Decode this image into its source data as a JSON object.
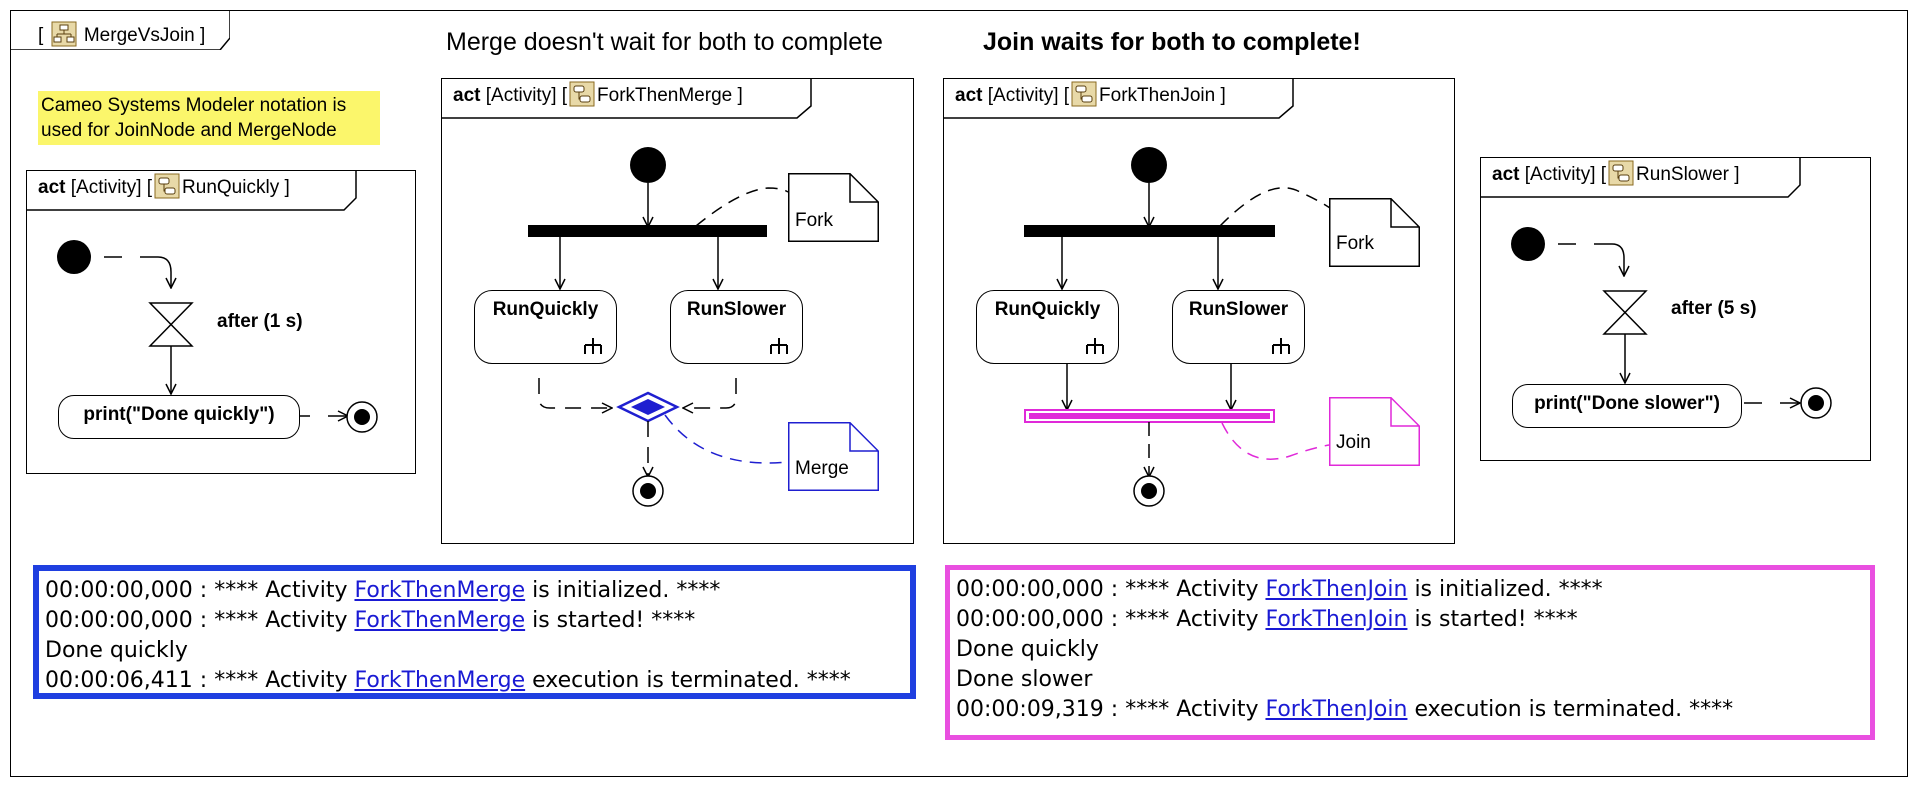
{
  "main_frame": {
    "name": "MergeVsJoin"
  },
  "headings": {
    "merge": "Merge doesn't wait for both to complete",
    "join": "Join waits for both to complete!"
  },
  "notation_note": "Cameo Systems Modeler notation is used for JoinNode and MergeNode",
  "diagrams": {
    "run_quickly": {
      "kind": "act",
      "type": "[Activity]",
      "name": "RunQuickly",
      "timer_label": "after (1 s)",
      "action_label": "print(\"Done quickly\")"
    },
    "fork_then_merge": {
      "kind": "act",
      "type": "[Activity]",
      "name": "ForkThenMerge",
      "fork_note": "Fork",
      "merge_note": "Merge",
      "call_left": "RunQuickly",
      "call_right": "RunSlower"
    },
    "fork_then_join": {
      "kind": "act",
      "type": "[Activity]",
      "name": "ForkThenJoin",
      "fork_note": "Fork",
      "join_note": "Join",
      "call_left": "RunQuickly",
      "call_right": "RunSlower"
    },
    "run_slower": {
      "kind": "act",
      "type": "[Activity]",
      "name": "RunSlower",
      "timer_label": "after (5 s)",
      "action_label": "print(\"Done slower\")"
    }
  },
  "consoles": {
    "merge": {
      "border_color": "#1f3fe0",
      "lines": [
        {
          "time": "00:00:00,000",
          "prefix": " : **** Activity ",
          "link": "ForkThenMerge",
          "suffix": " is initialized. ****"
        },
        {
          "time": "00:00:00,000",
          "prefix": " : **** Activity ",
          "link": "ForkThenMerge",
          "suffix": " is started! ****"
        },
        {
          "text": "Done quickly"
        },
        {
          "time": "00:00:06,411",
          "prefix": " : **** Activity ",
          "link": "ForkThenMerge",
          "suffix": " execution is terminated. ****"
        }
      ]
    },
    "join": {
      "border_color": "#e94fe0",
      "lines": [
        {
          "time": "00:00:00,000",
          "prefix": " : **** Activity ",
          "link": "ForkThenJoin",
          "suffix": " is initialized. ****"
        },
        {
          "time": "00:00:00,000",
          "prefix": " : **** Activity ",
          "link": "ForkThenJoin",
          "suffix": " is started! ****"
        },
        {
          "text": "Done quickly"
        },
        {
          "text": "Done slower"
        },
        {
          "time": "00:00:09,319",
          "prefix": " : **** Activity ",
          "link": "ForkThenJoin",
          "suffix": " execution is terminated. ****"
        }
      ]
    }
  },
  "colors": {
    "merge_accent": "#1f1fd0",
    "join_accent": "#e029d9",
    "note_highlight": "#fbf66b",
    "link": "#1a1ad4"
  },
  "icons": {
    "package": "package-icon",
    "activity": "activity-icon",
    "call_behavior": "rake-icon"
  }
}
